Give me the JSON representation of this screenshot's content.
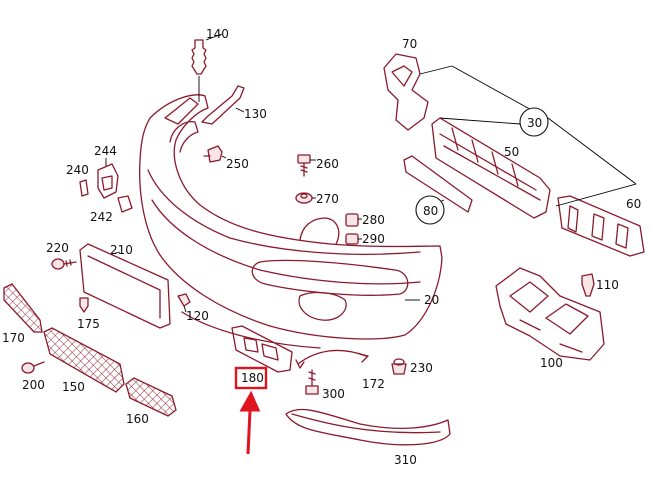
{
  "labels": {
    "p140": "140",
    "p130": "130",
    "p250": "250",
    "p260": "260",
    "p270": "270",
    "p280": "280",
    "p290": "290",
    "p244": "244",
    "p240": "240",
    "p242": "242",
    "p220": "220",
    "p210": "210",
    "p175": "175",
    "p120": "120",
    "p170": "170",
    "p200": "200",
    "p150": "150",
    "p160": "160",
    "p180": "180",
    "p300": "300",
    "p172": "172",
    "p230": "230",
    "p310": "310",
    "p20": "20",
    "p70": "70",
    "p30": "30",
    "p50": "50",
    "p80": "80",
    "p60": "60",
    "p110": "110",
    "p100": "100"
  },
  "colors": {
    "part_stroke": "#8c1a2c",
    "highlight": "#e0141e"
  },
  "highlighted_part": "180"
}
